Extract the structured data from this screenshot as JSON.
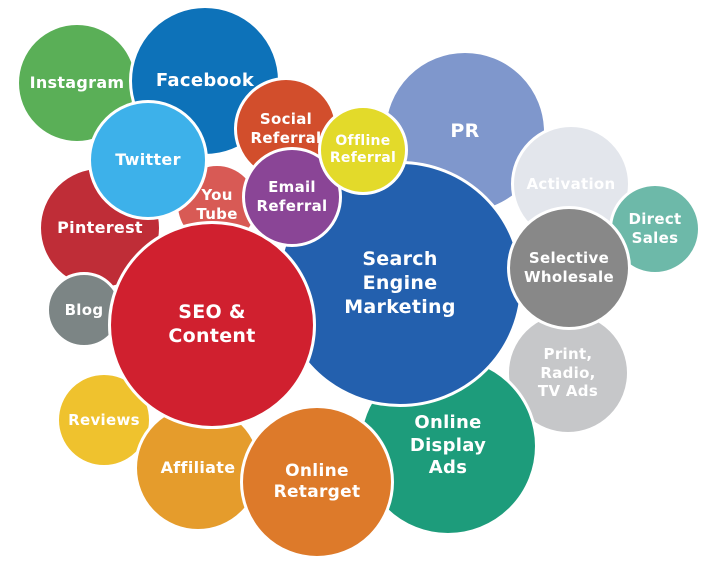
{
  "bubbles": [
    {
      "id": "pr",
      "label": "PR",
      "color": "#7F97CC"
    },
    {
      "id": "activation",
      "label": "Activation",
      "color": "#E3E6EC"
    },
    {
      "id": "direct-sales",
      "label": "Direct\nSales",
      "color": "#6DB9A9"
    },
    {
      "id": "print-radio-tv",
      "label": "Print,\nRadio,\nTV Ads",
      "color": "#C6C7C9"
    },
    {
      "id": "online-display-ads",
      "label": "Online\nDisplay\nAds",
      "color": "#1D9C7B"
    },
    {
      "id": "instagram",
      "label": "Instagram",
      "color": "#5AAF57"
    },
    {
      "id": "facebook",
      "label": "Facebook",
      "color": "#0D72B9"
    },
    {
      "id": "pinterest",
      "label": "Pinterest",
      "color": "#BF2D37"
    },
    {
      "id": "youtube",
      "label": "You\nTube",
      "color": "#D85A55"
    },
    {
      "id": "blog",
      "label": "Blog",
      "color": "#7C8585"
    },
    {
      "id": "reviews",
      "label": "Reviews",
      "color": "#EFC22E"
    },
    {
      "id": "affiliate",
      "label": "Affiliate",
      "color": "#E59C2C"
    },
    {
      "id": "online-retarget",
      "label": "Online\nRetarget",
      "color": "#DD7A2A"
    },
    {
      "id": "search-engine-marketing",
      "label": "Search\nEngine\nMarketing",
      "color": "#2360AE"
    },
    {
      "id": "selective-wholesale",
      "label": "Selective\nWholesale",
      "color": "#888888"
    },
    {
      "id": "seo-content",
      "label": "SEO &\nContent",
      "color": "#D0202F"
    },
    {
      "id": "social-referral",
      "label": "Social\nReferral",
      "color": "#D24E2C"
    },
    {
      "id": "twitter",
      "label": "Twitter",
      "color": "#3DB1EA"
    },
    {
      "id": "email-referral",
      "label": "Email\nReferral",
      "color": "#8A4596"
    },
    {
      "id": "offline-referral",
      "label": "Offline\nReferral",
      "color": "#E3DA2A"
    }
  ]
}
